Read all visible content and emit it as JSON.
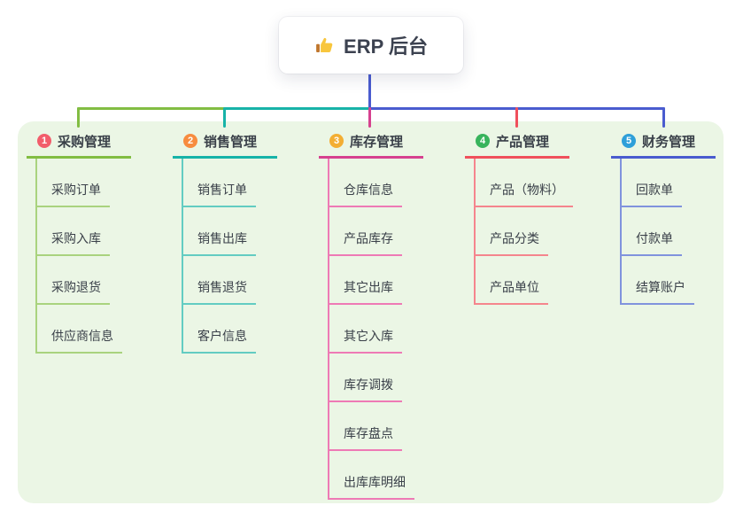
{
  "root": {
    "label": "ERP 后台",
    "icon": "thumbs-up-icon"
  },
  "colors": {
    "canvas": "#ffffff",
    "panel": "#ebf6e5",
    "text": "#3a4049",
    "root_text": "#3c4250"
  },
  "branches": [
    {
      "num": "1",
      "label": "采购管理",
      "color": "#82bd43",
      "light": "#a9d37e",
      "badge": "#f25d6b",
      "children": [
        "采购订单",
        "采购入库",
        "采购退货",
        "供应商信息"
      ]
    },
    {
      "num": "2",
      "label": "销售管理",
      "color": "#17b3a8",
      "light": "#63ccc2",
      "badge": "#f78c3f",
      "children": [
        "销售订单",
        "销售出库",
        "销售退货",
        "客户信息"
      ]
    },
    {
      "num": "3",
      "label": "库存管理",
      "color": "#d6418f",
      "light": "#ee7ab5",
      "badge": "#f3ae33",
      "children": [
        "仓库信息",
        "产品库存",
        "其它出库",
        "其它入库",
        "库存调拨",
        "库存盘点",
        "出库库明细"
      ]
    },
    {
      "num": "4",
      "label": "产品管理",
      "color": "#f0505c",
      "light": "#f5858d",
      "badge": "#38b45c",
      "children": [
        "产品（物料）",
        "产品分类",
        "产品单位"
      ]
    },
    {
      "num": "5",
      "label": "财务管理",
      "color": "#4a5ccf",
      "light": "#8093dd",
      "badge": "#2e9fd9",
      "children": [
        "回款单",
        "付款单",
        "结算账户"
      ]
    }
  ]
}
